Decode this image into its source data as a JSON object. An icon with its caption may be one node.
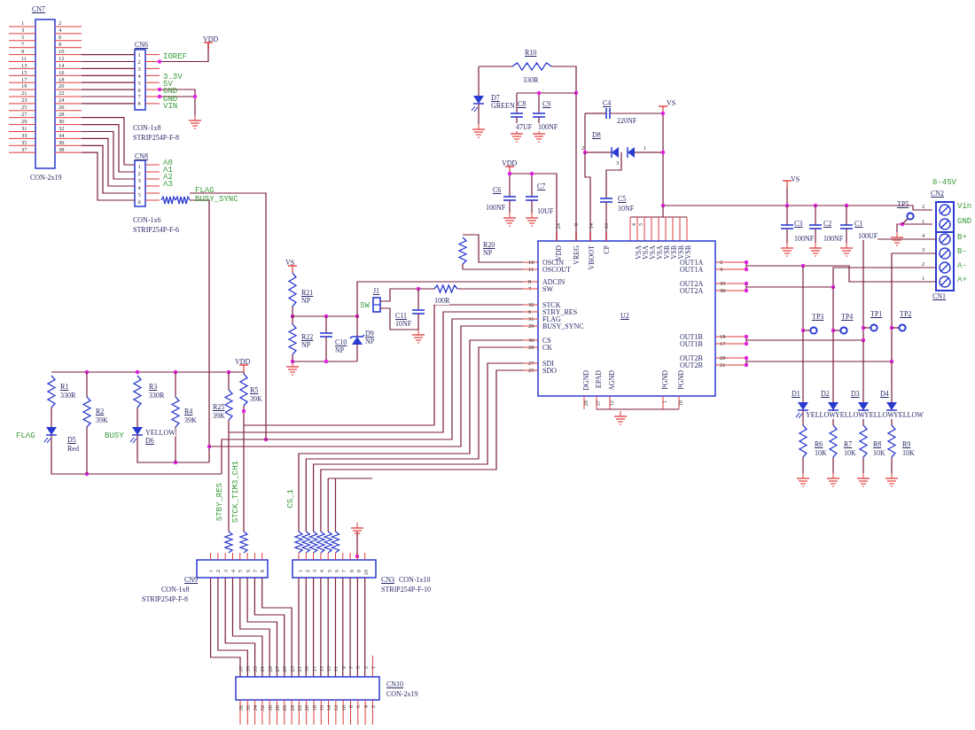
{
  "diagram": {
    "labels": [
      "CN7",
      "1",
      "2",
      "3",
      "4",
      "5",
      "6",
      "7",
      "8",
      "9",
      "10",
      "11",
      "12",
      "13",
      "14",
      "15",
      "16",
      "17",
      "18",
      "19",
      "20",
      "21",
      "22",
      "23",
      "24",
      "25",
      "26",
      "27",
      "28",
      "29",
      "30",
      "31",
      "32",
      "33",
      "34",
      "35",
      "36",
      "37",
      "38",
      "CON-2x19",
      "CN6",
      "1",
      "2",
      "3",
      "4",
      "5",
      "6",
      "7",
      "8",
      "CON-1x8",
      "STRIP254P-F-8",
      "VDD",
      "IOREF",
      "3.3V",
      "5V",
      "GND",
      "GND",
      "VIN",
      "CN8",
      "1",
      "2",
      "3",
      "4",
      "5",
      "6",
      "A0",
      "A1",
      "A2",
      "A3",
      "FLAG",
      "BUSY_SYNC",
      "CON-1x6",
      "STRIP254P-F-6",
      "R10",
      "330R",
      "D7",
      "GREEN",
      "C8",
      "47UF",
      "C9",
      "100NF",
      "C4",
      "220NF",
      "D8",
      "VS",
      "2",
      "1",
      "3",
      "VDD",
      "C6",
      "100NF",
      "C7",
      "10UF",
      "C5",
      "10NF",
      "VS",
      "C3",
      "100NF",
      "C2",
      "100NF",
      "C1",
      "100UF",
      "8-45V",
      "CN2",
      "2",
      "1",
      "Vin",
      "GND",
      "TP5",
      "4",
      "3",
      "2",
      "1",
      "B+",
      "B-",
      "A-",
      "A+",
      "CN1",
      "TP3",
      "TP4",
      "TP1",
      "TP2",
      "D1",
      "D2",
      "D3",
      "D4",
      "YELLOW",
      "YELLOW",
      "YELLOW",
      "YELLOW",
      "R6",
      "10K",
      "R7",
      "10K",
      "R8",
      "10K",
      "R9",
      "10K",
      "U2",
      "24",
      "9",
      "14",
      "13",
      "4",
      "5",
      "VDD",
      "VREG",
      "VBOOT",
      "CP",
      "VSA",
      "VSA",
      "VSA",
      "VSA",
      "VSB",
      "VSB",
      "VSB",
      "VSB",
      "10",
      "OSCIN",
      "11",
      "OSCOUT",
      "8",
      "ADCIN",
      "7",
      "SW",
      "32",
      "STCK",
      "6",
      "STBY_RES",
      "31",
      "FLAG",
      "29",
      "BUSY_SYNC",
      "30",
      "CS",
      "26",
      "CK",
      "27",
      "SDI",
      "25",
      "SDO",
      "OUT1A",
      "2",
      "OUT1A",
      "3",
      "OUT2A",
      "35",
      "OUT2A",
      "36",
      "OUT1B",
      "18",
      "OUT1B",
      "17",
      "OUT2B",
      "20",
      "OUT2B",
      "21",
      "DGND",
      "EPAD",
      "AGND",
      "PGND",
      "PGND",
      "28",
      "37",
      "12",
      "1",
      "19",
      "R20",
      "NP",
      "VS",
      "R21",
      "NP",
      "R22",
      "NP",
      "C10",
      "NP",
      "D9",
      "NP",
      "J1",
      "SW",
      "C11",
      "10NF",
      "100R",
      "R1",
      "330R",
      "R2",
      "39K",
      "R3",
      "330R",
      "R4",
      "39K",
      "R25",
      "39K",
      "R5",
      "39K",
      "VDD",
      "FLAG",
      "D5",
      "Red",
      "BUSY",
      "YELLOW",
      "D6",
      "STBY_RES",
      "STCK_TIM3_CH1",
      "CS_1",
      "CN9",
      "CON-1x8",
      "STRIP254P-F-8",
      "1",
      "2",
      "3",
      "4",
      "5",
      "6",
      "7",
      "8",
      "CN3",
      "CON-1x10",
      "STRIP254P-F-10",
      "1",
      "2",
      "3",
      "4",
      "5",
      "6",
      "7",
      "8",
      "9",
      "10",
      "CN10",
      "CON-2x19",
      "37",
      "35",
      "33",
      "31",
      "29",
      "27",
      "25",
      "23",
      "21",
      "19",
      "17",
      "15",
      "13",
      "11",
      "9",
      "7",
      "5",
      "3",
      "1",
      "38",
      "36",
      "34",
      "32",
      "30",
      "28",
      "26",
      "24",
      "22",
      "20",
      "18",
      "16",
      "14",
      "12",
      "10",
      "8",
      "6",
      "4",
      "2"
    ]
  }
}
